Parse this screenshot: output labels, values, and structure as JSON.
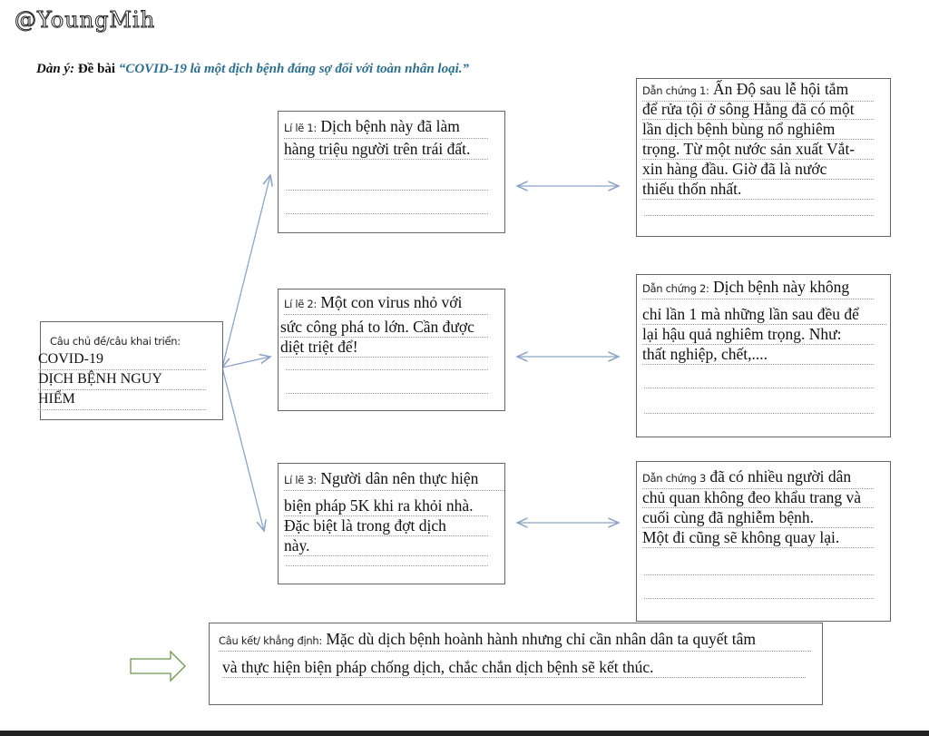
{
  "logo": "@YoungMih",
  "heading": {
    "prefix": "Dàn ý:",
    "label": "Đề bài",
    "topic": "“COVID-19 là một dịch bệnh đáng sợ đối với toàn nhân loại.”"
  },
  "topic_sentence": {
    "label": "Câu chủ đề/câu khai triển:",
    "lines": [
      "COVID-19",
      "DỊCH BỆNH NGUY",
      "HIỂM"
    ]
  },
  "arguments": [
    {
      "label": "Lí lẽ 1:",
      "lines": [
        "Dịch bệnh này đã làm",
        "hàng triệu người trên trái đất."
      ]
    },
    {
      "label": "Lí lẽ 2:",
      "lines": [
        "Một con virus nhỏ với",
        "sức công phá to lớn. Cần được",
        "diệt triệt để!"
      ]
    },
    {
      "label": "Lí lẽ 3:",
      "lines": [
        "Người dân nên thực hiện",
        "biện pháp 5K khi ra khỏi nhà.",
        "Đặc biệt là trong đợt dịch",
        "này."
      ]
    }
  ],
  "evidence": [
    {
      "label": "Dẫn chứng 1:",
      "lines": [
        "Ấn Độ sau lễ hội tắm",
        "để rửa tội ở sông Hằng đã có một",
        "lần dịch bệnh bùng nổ nghiêm",
        "trọng. Từ một nước sản xuất Vắt-",
        "xin hàng đầu. Giờ đã là nước",
        "thiếu thốn nhất."
      ]
    },
    {
      "label": "Dẫn chứng 2:",
      "lines": [
        "Dịch bệnh này không",
        "chỉ lần 1 mà những lần sau đều để",
        "lại hậu quả nghiêm trọng. Như:",
        "thất nghiệp, chết,...."
      ]
    },
    {
      "label": "Dẫn chứng 3",
      "lines": [
        "đã có nhiều người dân",
        "chủ quan không đeo khẩu trang và",
        "cuối cùng đã nghiễm bệnh.",
        "Một đi cũng sẽ không quay lại."
      ]
    }
  ],
  "conclusion": {
    "label": "Câu kết/ khẳng định:",
    "lines": [
      "Mặc dù dịch bệnh hoành hành nhưng chỉ cần nhân dân ta quyết tâm",
      "và thực hiện biện pháp chống dịch, chắc chắn dịch bệnh sẽ kết thúc."
    ]
  },
  "colors": {
    "connector": "#8aa4c8",
    "arrow_outline": "#6a9a4a",
    "topic": "#2a6f8f"
  }
}
